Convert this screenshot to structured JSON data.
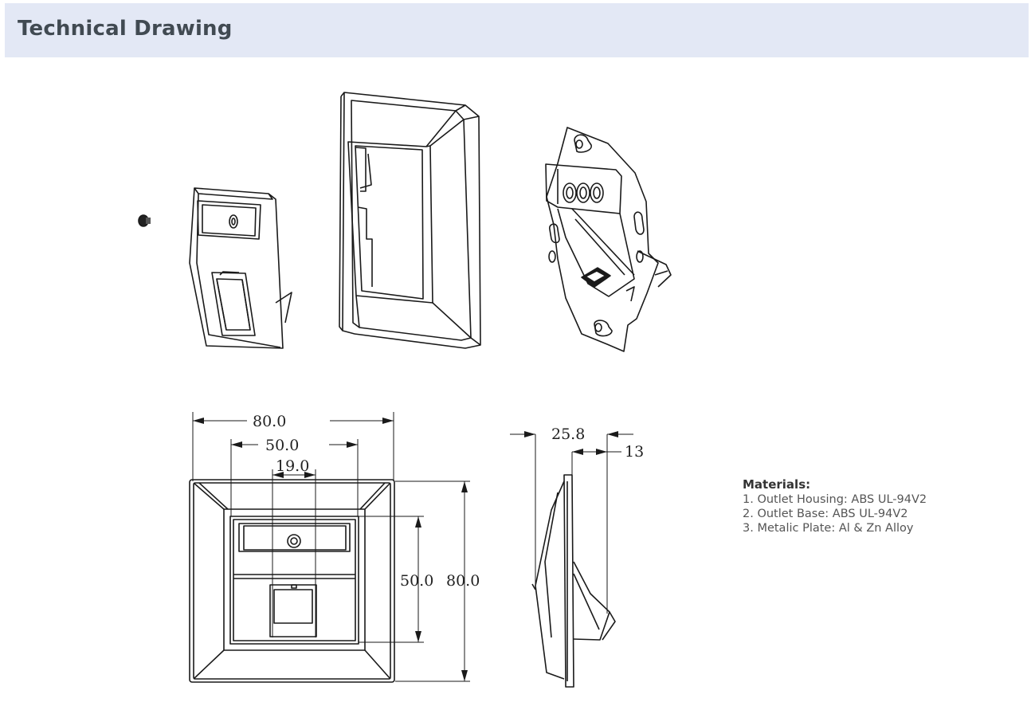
{
  "header": {
    "title": "Technical Drawing"
  },
  "dimensions": {
    "front_overall_width": "80.0",
    "front_opening_width": "50.0",
    "front_port_width": "19.0",
    "front_opening_height": "50.0",
    "front_overall_height": "80.0",
    "side_depth": "25.8",
    "side_offset": "13"
  },
  "materials": {
    "title": "Materials:",
    "items": [
      "1. Outlet Housing: ABS UL-94V2",
      "2. Outlet Base: ABS UL-94V2",
      "3. Metalic Plate: Al & Zn Alloy"
    ]
  }
}
